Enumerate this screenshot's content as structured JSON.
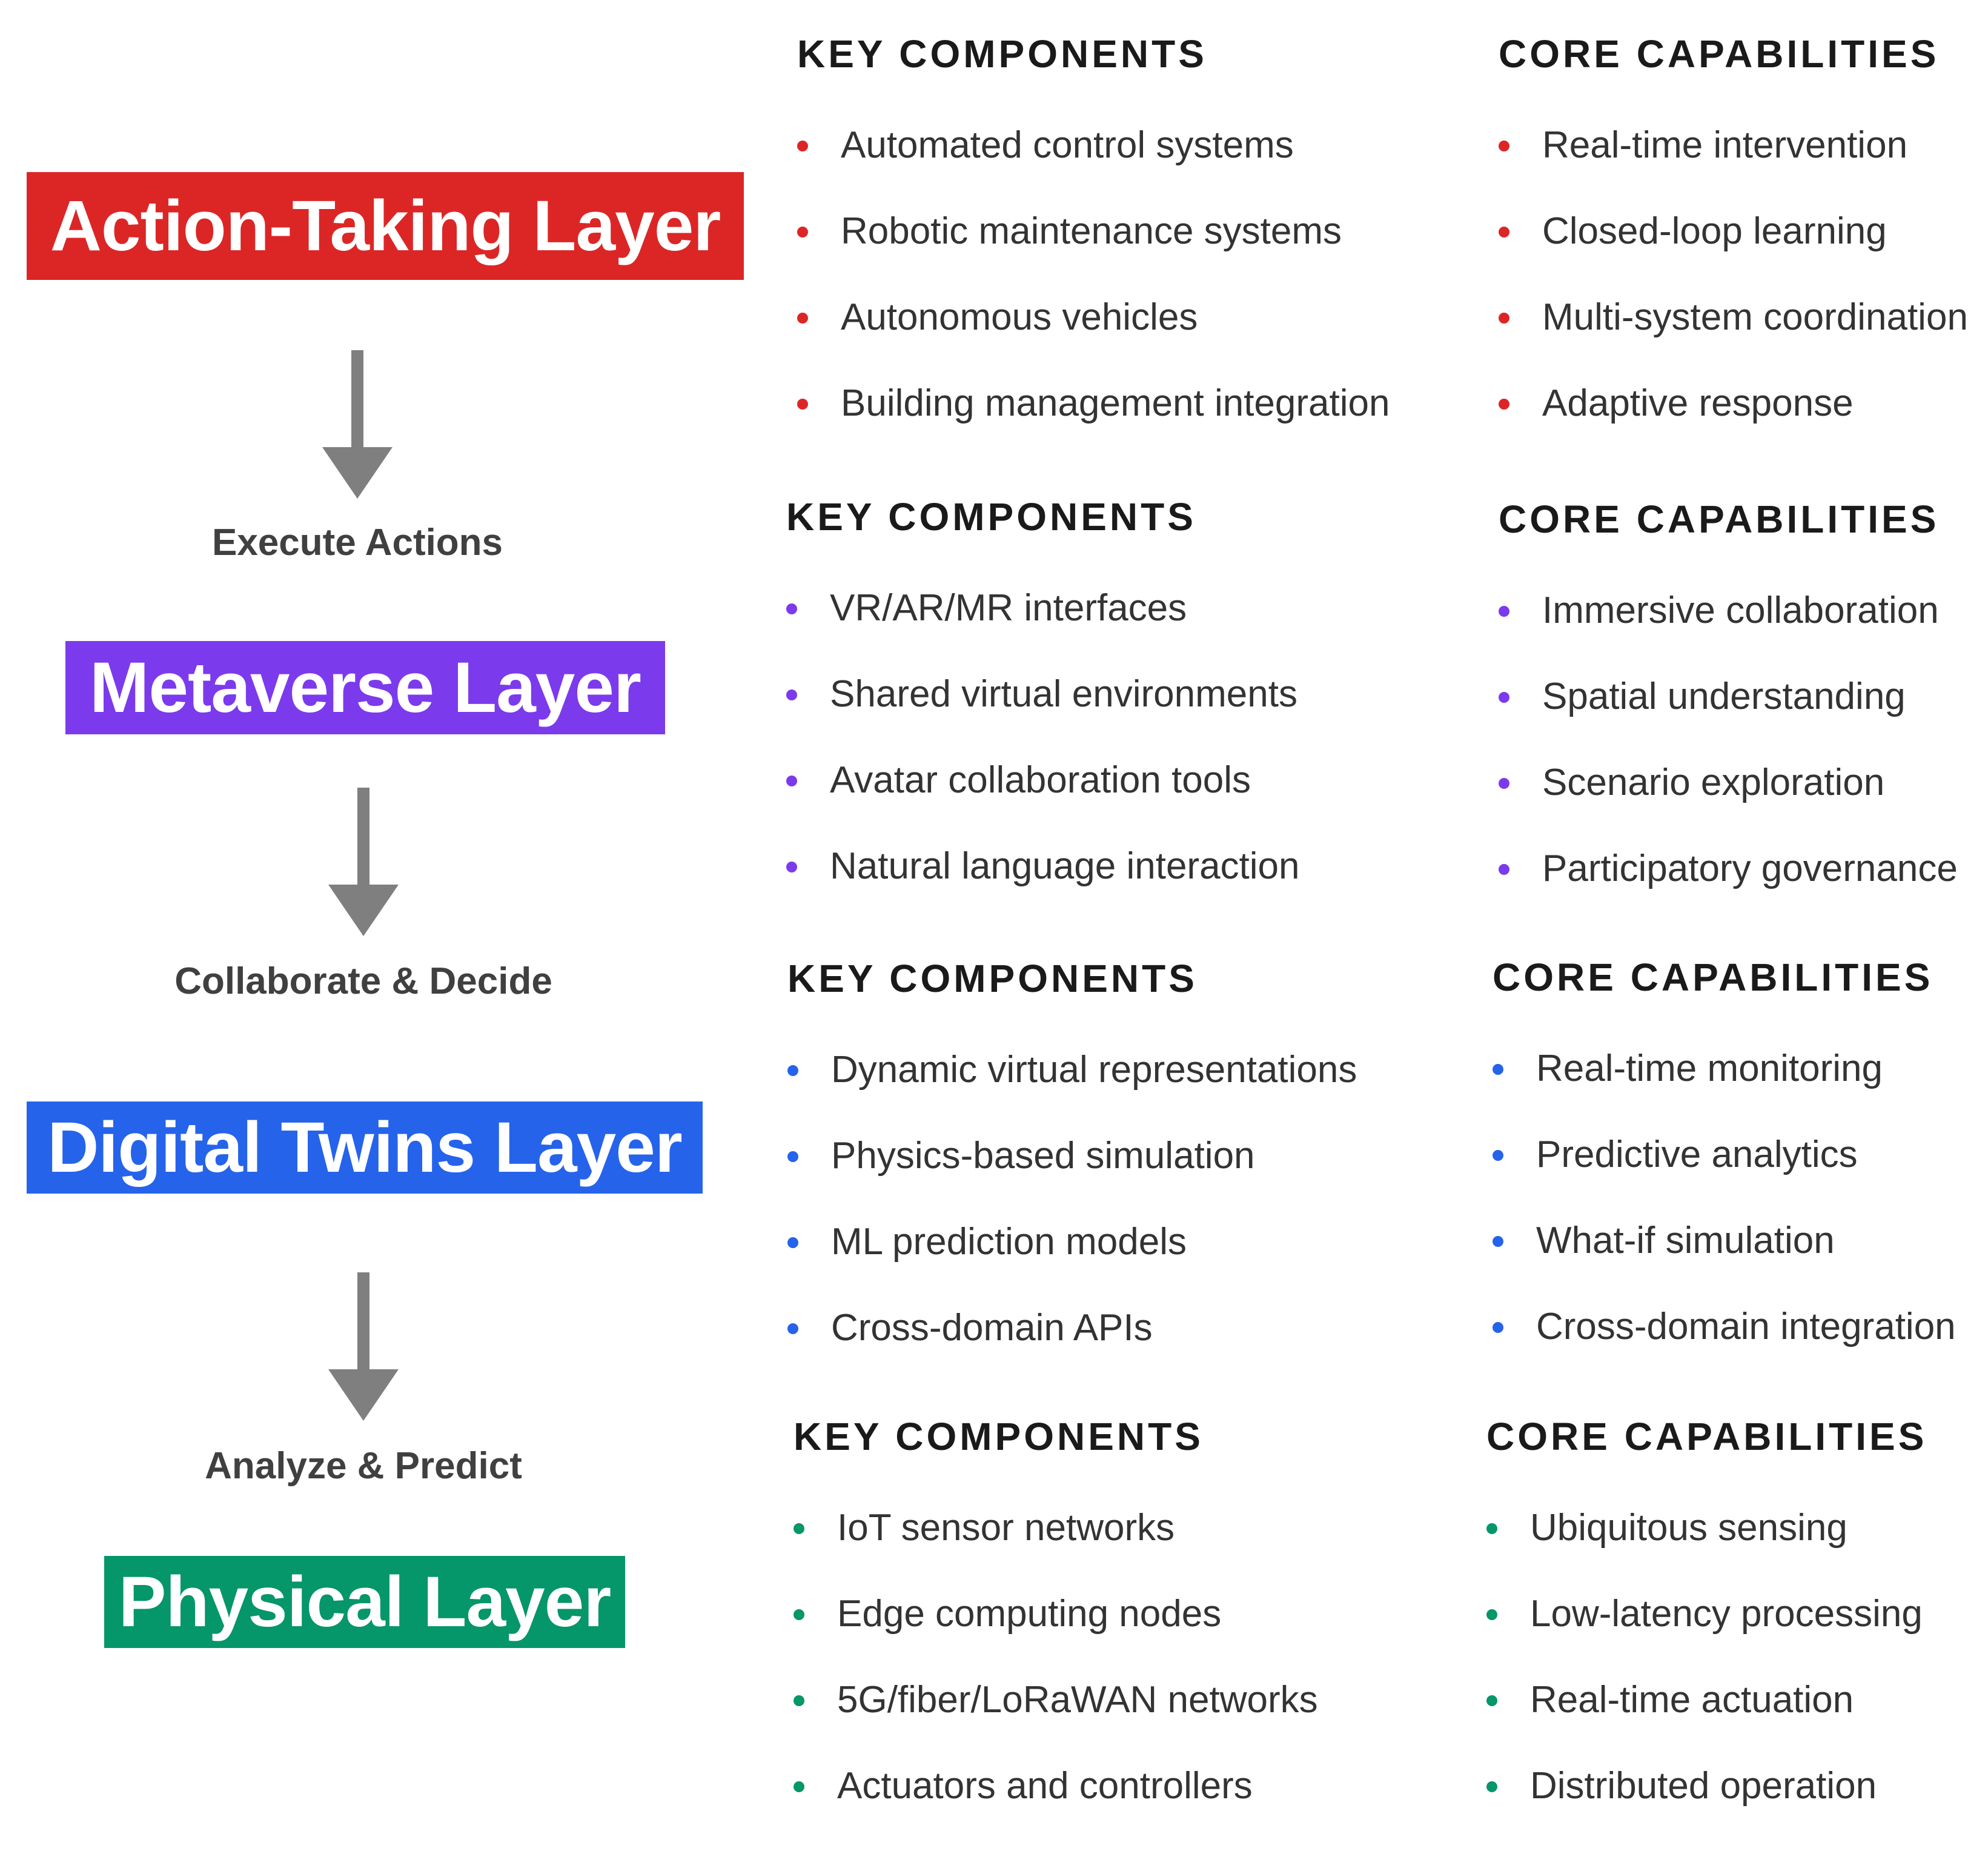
{
  "layers": [
    {
      "name": "Action-Taking Layer",
      "color": "#dc2626",
      "components_heading": "KEY COMPONENTS",
      "components": [
        "Automated control systems",
        "Robotic maintenance systems",
        "Autonomous vehicles",
        "Building management integration"
      ],
      "capabilities_heading": "CORE CAPABILITIES",
      "capabilities": [
        "Real-time intervention",
        "Closed-loop learning",
        "Multi-system coordination",
        "Adaptive response"
      ]
    },
    {
      "name": "Metaverse Layer",
      "color": "#7c3aed",
      "components_heading": "KEY COMPONENTS",
      "components": [
        "VR/AR/MR interfaces",
        "Shared virtual environments",
        "Avatar collaboration tools",
        "Natural language interaction"
      ],
      "capabilities_heading": "CORE CAPABILITIES",
      "capabilities": [
        "Immersive collaboration",
        "Spatial understanding",
        "Scenario exploration",
        "Participatory governance"
      ]
    },
    {
      "name": "Digital Twins Layer",
      "color": "#2563eb",
      "components_heading": "KEY COMPONENTS",
      "components": [
        "Dynamic virtual representations",
        "Physics-based simulation",
        "ML prediction models",
        "Cross-domain APIs"
      ],
      "capabilities_heading": "CORE CAPABILITIES",
      "capabilities": [
        "Real-time monitoring",
        "Predictive analytics",
        "What-if simulation",
        "Cross-domain integration"
      ]
    },
    {
      "name": "Physical Layer",
      "color": "#059669",
      "components_heading": "KEY COMPONENTS",
      "components": [
        "IoT sensor networks",
        "Edge computing nodes",
        "5G/fiber/LoRaWAN networks",
        "Actuators and controllers"
      ],
      "capabilities_heading": "CORE CAPABILITIES",
      "capabilities": [
        "Ubiquitous sensing",
        "Low-latency processing",
        "Real-time actuation",
        "Distributed operation"
      ]
    }
  ],
  "transitions": [
    "Execute Actions",
    "Collaborate & Decide",
    "Analyze & Predict"
  ],
  "arrow_color": "#7f7f7f"
}
